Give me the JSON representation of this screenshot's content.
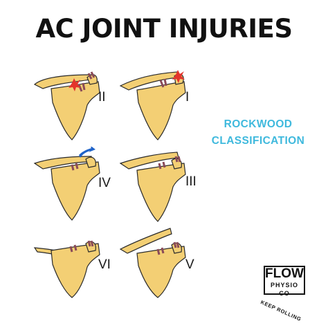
{
  "title": "AC JOINT INJURIES",
  "subtitle_line1": "ROCKWOOD",
  "subtitle_line2": "CLASSIFICATION",
  "panels": [
    {
      "label": "II",
      "injury": "moderate-tear"
    },
    {
      "label": "I",
      "injury": "sprain"
    },
    {
      "label": "IV",
      "injury": "posterior-displacement"
    },
    {
      "label": "III",
      "injury": "full-dislocation"
    },
    {
      "label": "VI",
      "injury": "inferior-displacement"
    },
    {
      "label": "V",
      "injury": "severe-dislocation"
    }
  ],
  "logo": {
    "main": "FLOW",
    "sub": "PHYSIO CO",
    "tagline": "KEEP ROLLING"
  },
  "colors": {
    "bone": "#f3cf74",
    "outline": "#2a2a2a",
    "ligament": "#8a4a58",
    "injury_red": "#e4342b",
    "arrow_blue": "#1f63c9",
    "accent": "#3fb9dd"
  }
}
